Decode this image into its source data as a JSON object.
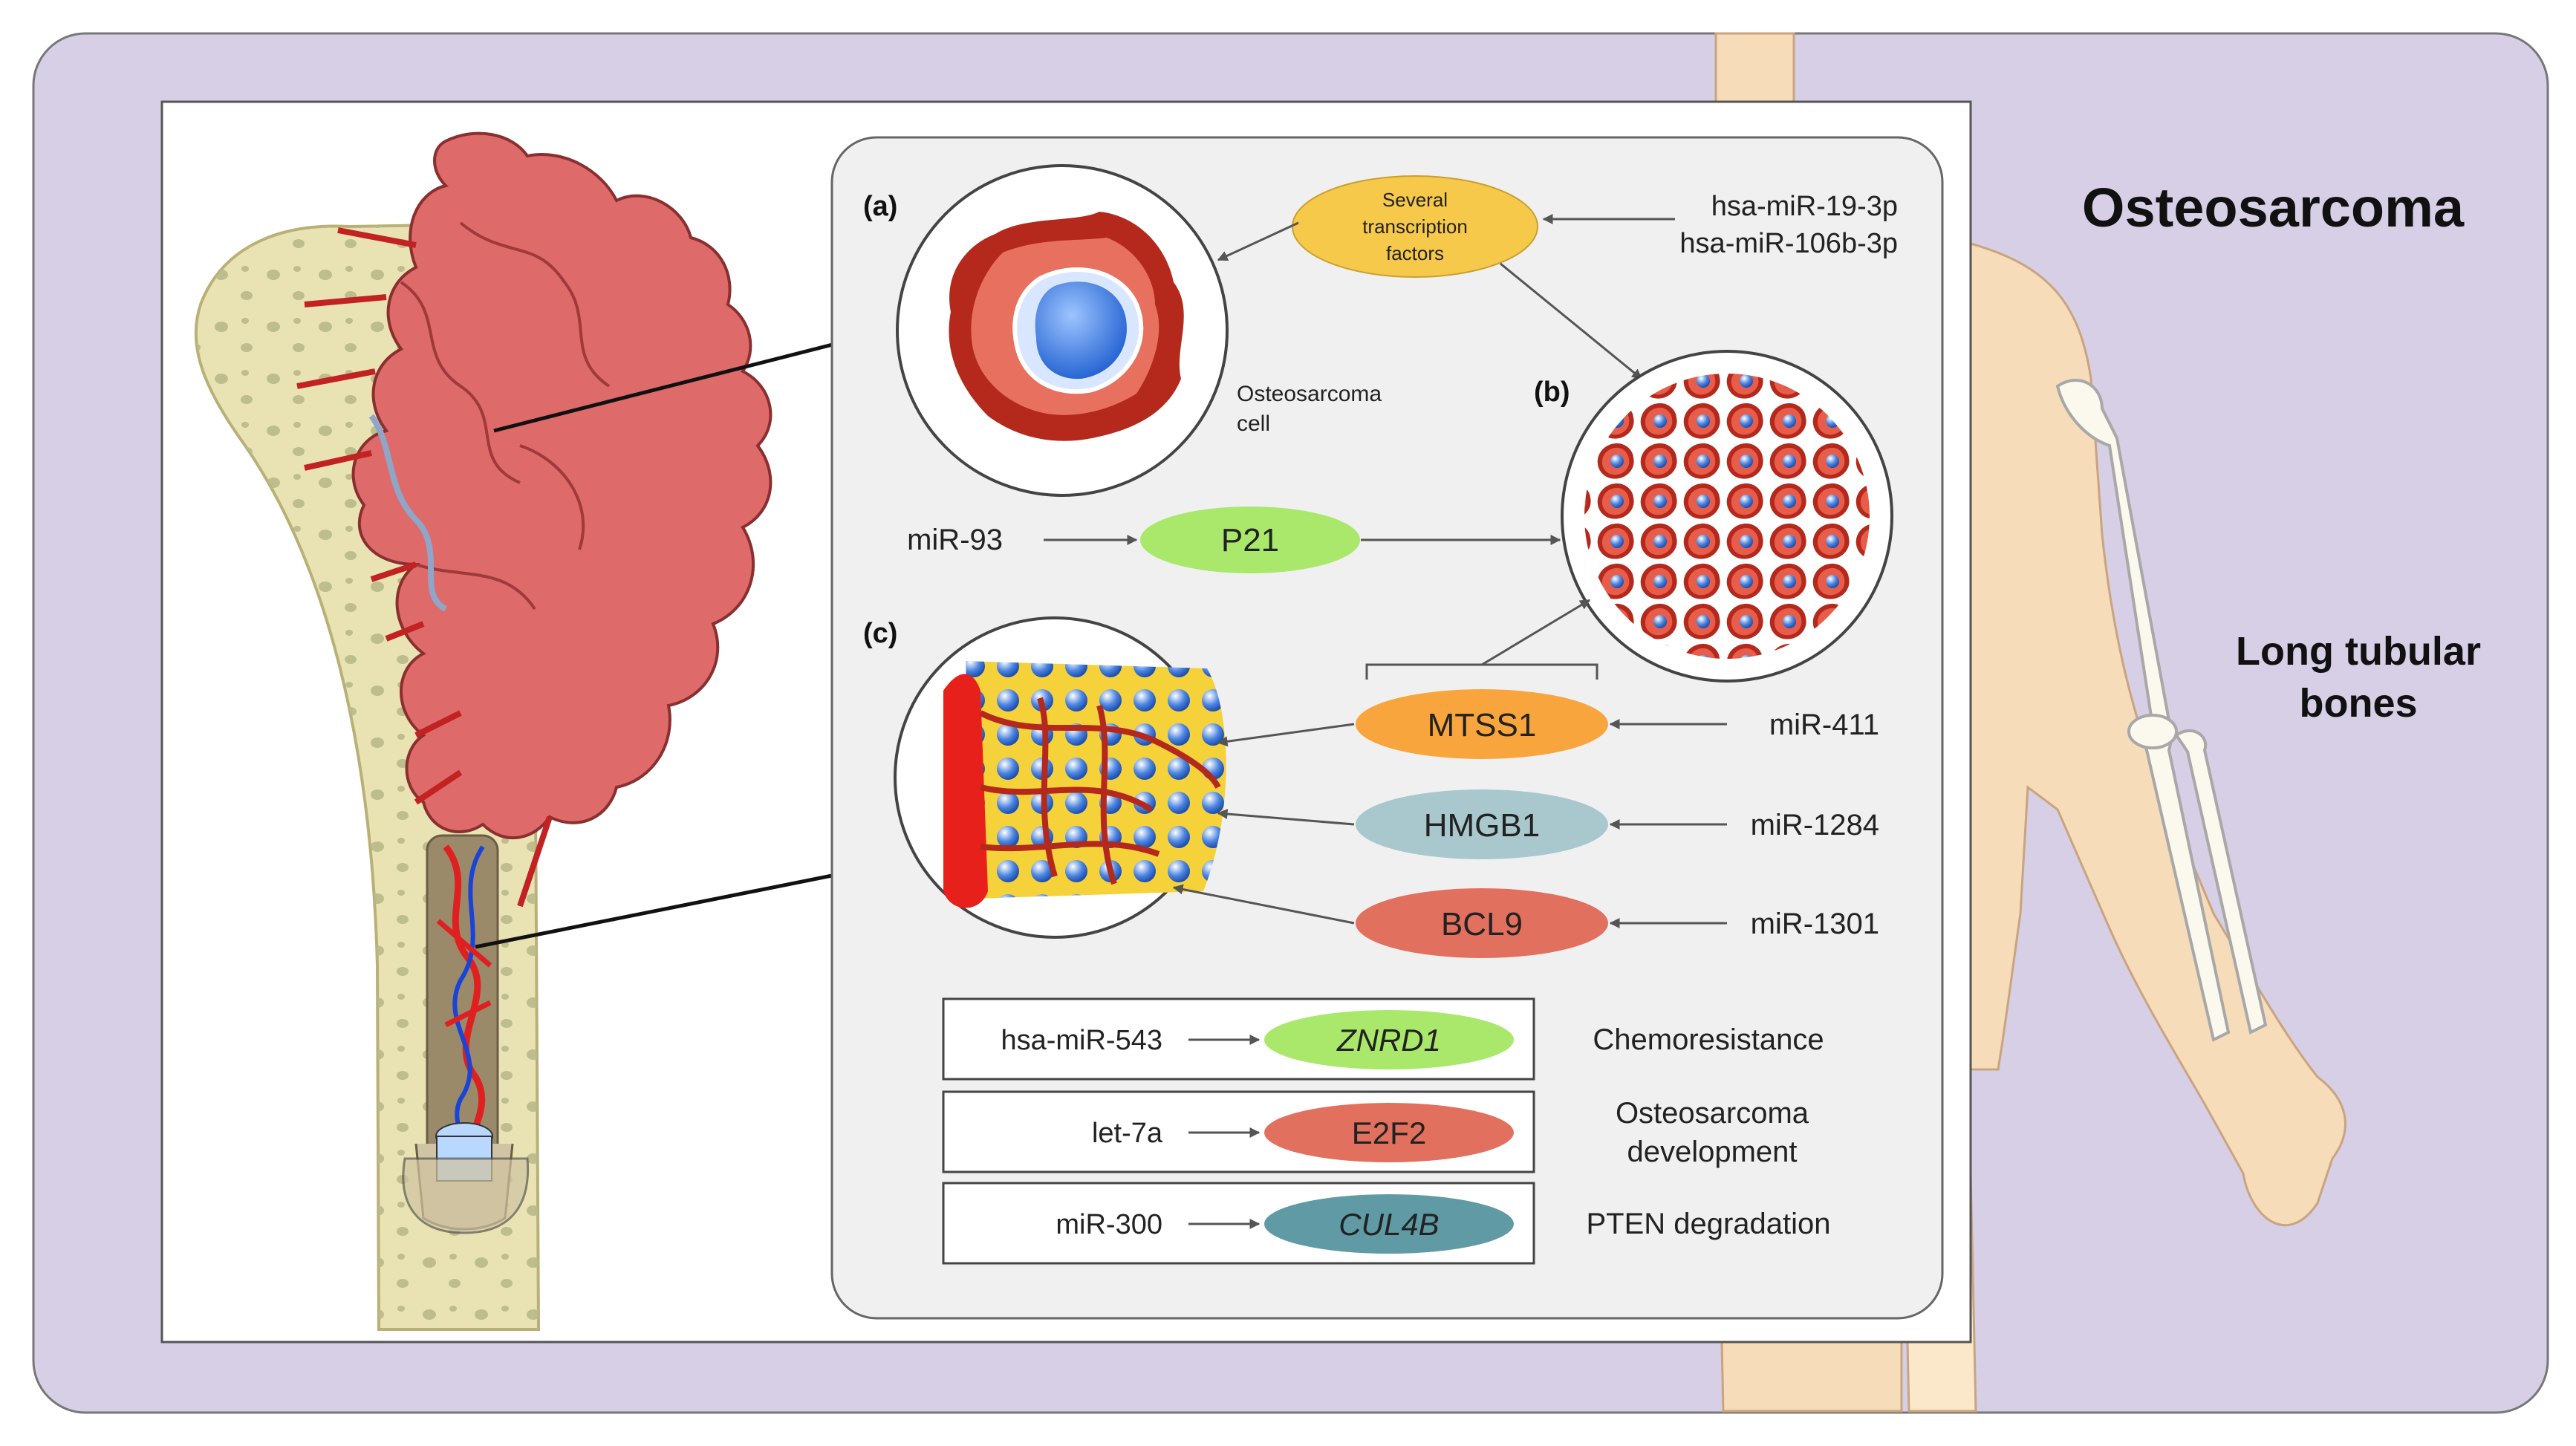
{
  "title": "Osteosarcoma",
  "side_label": [
    "Long tubular",
    "bones"
  ],
  "panels": {
    "a": "(a)",
    "b": "(b)",
    "c": "(c)"
  },
  "cell_label": [
    "Osteosarcoma",
    "cell"
  ],
  "transcription_factors": [
    "Several",
    "transcription",
    "factors"
  ],
  "mirnas_top": [
    "hsa-miR-19-3p",
    "hsa-miR-106b-3p"
  ],
  "p21_row": {
    "mirna": "miR-93",
    "target": "P21"
  },
  "pathways": [
    {
      "target": "MTSS1",
      "mirna": "miR-411",
      "color": "#f9a53e"
    },
    {
      "target": "HMGB1",
      "mirna": "miR-1284",
      "color": "#a8c8cd"
    },
    {
      "target": "BCL9",
      "mirna": "miR-1301",
      "color": "#e2705f"
    }
  ],
  "boxes": [
    {
      "mirna": "hsa-miR-543",
      "target": "ZNRD1",
      "effect": [
        "Chemoresistance"
      ],
      "color": "#a9e86a",
      "italic": true
    },
    {
      "mirna": "let-7a",
      "target": "E2F2",
      "effect": [
        "Osteosarcoma",
        "development"
      ],
      "color": "#e2705f",
      "italic": false
    },
    {
      "mirna": "miR-300",
      "target": "CUL4B",
      "effect": [
        "PTEN degradation"
      ],
      "color": "#5f9aa5",
      "italic": true
    }
  ],
  "colors": {
    "background_panel": "#d6cfe6",
    "body_skin": "#f6dcb9",
    "tumor": "#de6a6a",
    "p21_green": "#a9e86a",
    "tf_yellow": "#f7c94a"
  }
}
